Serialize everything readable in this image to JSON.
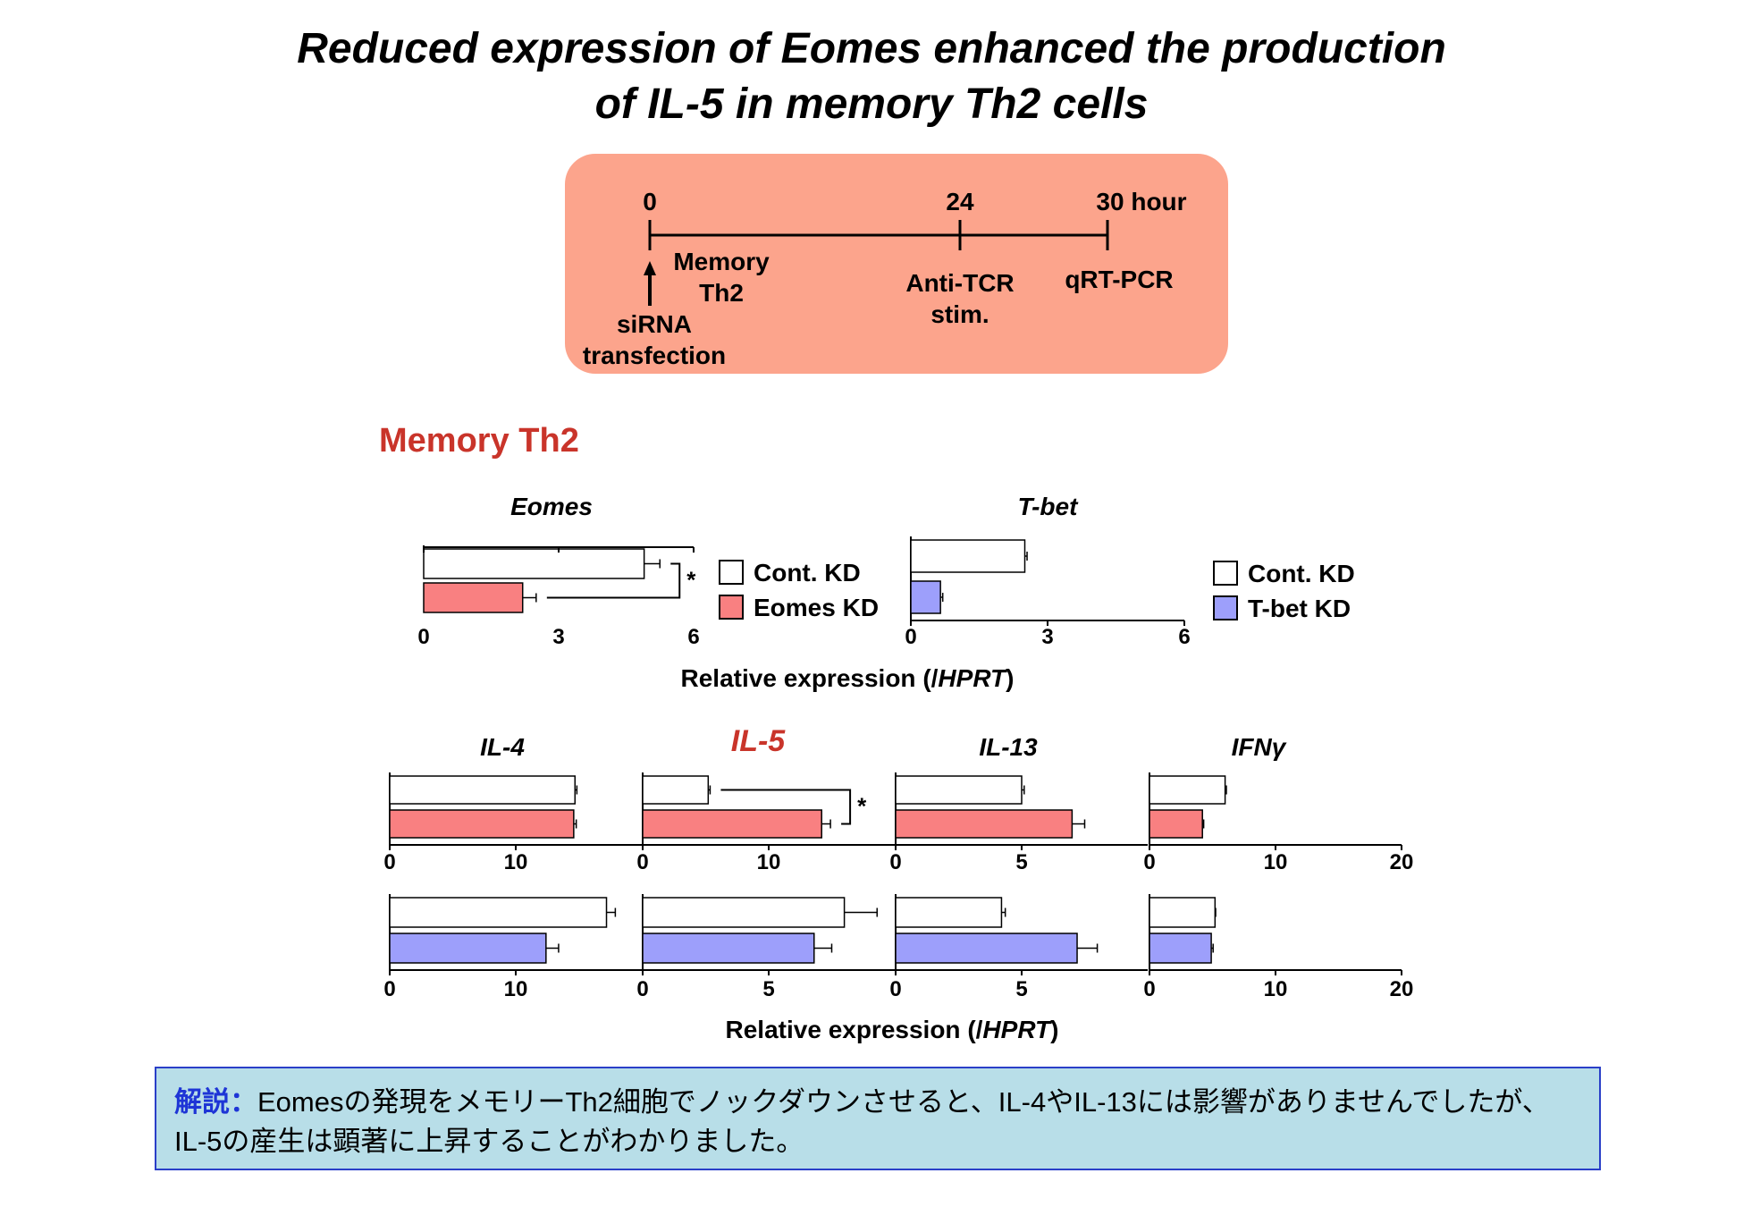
{
  "title": {
    "line1": "Reduced expression of Eomes enhanced the production",
    "line2": "of IL-5 in memory Th2 cells"
  },
  "colors": {
    "timeline_bg": "#fca48c",
    "section_title": "#c9342a",
    "il5_title": "#c9342a",
    "control": "#ffffff",
    "eomes_kd": "#f98081",
    "tbet_kd": "#9d9ffb",
    "note_bg": "#b8dee8",
    "note_border": "#2a3fc8",
    "note_label": "#1e35d6"
  },
  "timeline": {
    "t0": "0",
    "t24": "24",
    "t30": "30 hour",
    "cells_label_1": "Memory",
    "cells_label_2": "Th2",
    "event0_line1": "siRNA",
    "event0_line2": "transfection",
    "event24_line1": "Anti-TCR",
    "event24_line2": "stim.",
    "event30": "qRT-PCR"
  },
  "section_title": "Memory Th2",
  "chart_data": [
    {
      "id": "eomes",
      "type": "bar",
      "orientation": "horizontal",
      "title": "Eomes",
      "categories": [
        "Cont. KD",
        "Eomes KD"
      ],
      "series": [
        {
          "values": [
            4.9,
            2.2
          ],
          "errors": [
            0.35,
            0.3
          ]
        }
      ],
      "ticks": [
        0,
        3,
        6
      ],
      "xlim": [
        0,
        6
      ],
      "significance": "*",
      "legend": [
        "Cont. KD",
        "Eomes KD"
      ]
    },
    {
      "id": "tbet",
      "type": "bar",
      "orientation": "horizontal",
      "title": "T-bet",
      "categories": [
        "Cont. KD",
        "T-bet KD"
      ],
      "series": [
        {
          "values": [
            2.5,
            0.65
          ],
          "errors": [
            0.05,
            0.05
          ]
        }
      ],
      "ticks": [
        0,
        3,
        6
      ],
      "xlim": [
        0,
        6
      ],
      "legend": [
        "Cont. KD",
        "T-bet KD"
      ]
    },
    {
      "id": "il4_eomes",
      "type": "bar",
      "orientation": "horizontal",
      "title": "IL-4",
      "categories": [
        "Cont. KD",
        "Eomes KD"
      ],
      "series": [
        {
          "values": [
            14.7,
            14.6
          ],
          "errors": [
            0.15,
            0.2
          ]
        }
      ],
      "ticks": [
        0,
        10
      ],
      "xlim": [
        0,
        20
      ]
    },
    {
      "id": "il5_eomes",
      "type": "bar",
      "orientation": "horizontal",
      "title": "IL-5",
      "categories": [
        "Cont. KD",
        "Eomes KD"
      ],
      "series": [
        {
          "values": [
            5.2,
            14.2
          ],
          "errors": [
            0.15,
            0.7
          ]
        }
      ],
      "ticks": [
        0,
        10
      ],
      "xlim": [
        0,
        20
      ],
      "significance": "*"
    },
    {
      "id": "il13_eomes",
      "type": "bar",
      "orientation": "horizontal",
      "title": "IL-13",
      "categories": [
        "Cont. KD",
        "Eomes KD"
      ],
      "series": [
        {
          "values": [
            5.0,
            7.0
          ],
          "errors": [
            0.1,
            0.5
          ]
        }
      ],
      "ticks": [
        0,
        5
      ],
      "xlim": [
        0,
        10
      ]
    },
    {
      "id": "ifng_eomes",
      "type": "bar",
      "orientation": "horizontal",
      "title": "IFNγ",
      "categories": [
        "Cont. KD",
        "Eomes KD"
      ],
      "series": [
        {
          "values": [
            6.0,
            4.2
          ],
          "errors": [
            0.1,
            0.1
          ]
        }
      ],
      "ticks": [
        0,
        10,
        20
      ],
      "xlim": [
        0,
        20
      ]
    },
    {
      "id": "il4_tbet",
      "type": "bar",
      "orientation": "horizontal",
      "categories": [
        "Cont. KD",
        "T-bet KD"
      ],
      "series": [
        {
          "values": [
            17.2,
            12.4
          ],
          "errors": [
            0.7,
            1.0
          ]
        }
      ],
      "ticks": [
        0,
        10
      ],
      "xlim": [
        0,
        20
      ]
    },
    {
      "id": "il5_tbet",
      "type": "bar",
      "orientation": "horizontal",
      "categories": [
        "Cont. KD",
        "T-bet KD"
      ],
      "series": [
        {
          "values": [
            8.0,
            6.8
          ],
          "errors": [
            1.3,
            0.7
          ]
        }
      ],
      "ticks": [
        0,
        5
      ],
      "xlim": [
        0,
        10
      ]
    },
    {
      "id": "il13_tbet",
      "type": "bar",
      "orientation": "horizontal",
      "categories": [
        "Cont. KD",
        "T-bet KD"
      ],
      "series": [
        {
          "values": [
            4.2,
            7.2
          ],
          "errors": [
            0.15,
            0.8
          ]
        }
      ],
      "ticks": [
        0,
        5
      ],
      "xlim": [
        0,
        10
      ]
    },
    {
      "id": "ifng_tbet",
      "type": "bar",
      "orientation": "horizontal",
      "categories": [
        "Cont. KD",
        "T-bet KD"
      ],
      "series": [
        {
          "values": [
            5.2,
            4.9
          ],
          "errors": [
            0.05,
            0.15
          ]
        }
      ],
      "ticks": [
        0,
        10,
        20
      ],
      "xlim": [
        0,
        20
      ]
    }
  ],
  "xlabel_prefix": "Relative expression (/",
  "xlabel_gene": "HPRT",
  "xlabel_suffix": ")",
  "note": {
    "label": "解説：",
    "text_line1": "Eomesの発現をメモリーTh2細胞でノックダウンさせると、IL-4やIL-13には影響がありませんでしたが、",
    "text_line2": "IL-5の産生は顕著に上昇することがわかりました。"
  }
}
